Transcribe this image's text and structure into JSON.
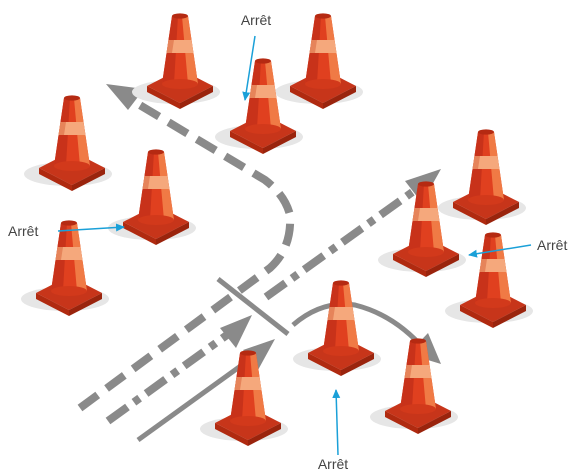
{
  "labels": {
    "stop_top": "Arrêt",
    "stop_left": "Arrêt",
    "stop_right": "Arrêt",
    "stop_bottom": "Arrêt"
  },
  "colors": {
    "path_gray": "#8a8a8a",
    "callout_blue": "#1aa0d8",
    "cone_body": "#e0401f",
    "cone_light": "#f07a45",
    "cone_dark": "#b52a12",
    "cone_stripe": "#f5a87c",
    "shadow": "#e3e3e3"
  },
  "icons": [
    "traffic-cone-icon",
    "dashed-arrow-icon",
    "dash-dot-arrow-icon",
    "solid-arrow-icon"
  ]
}
